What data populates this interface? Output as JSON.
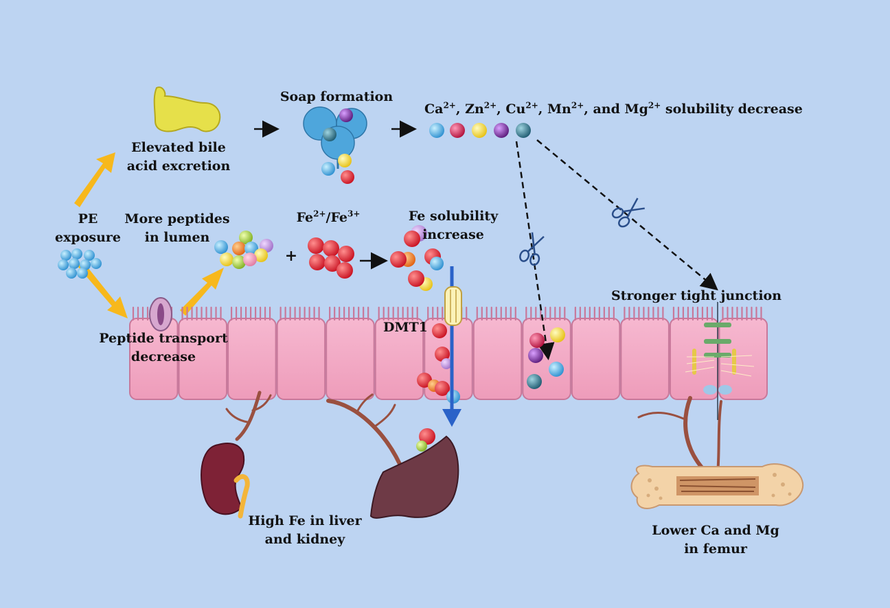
{
  "colors": {
    "background": "#bdd4f2",
    "cell": "#f1a8c2",
    "cell_border": "#c8789a",
    "arrow_yellow": "#f7b81c",
    "arrow_blue": "#2a62c8",
    "iron_red": "#e2202a",
    "bile_yellow": "#e6e04a",
    "vessel": "#9a5040",
    "liver": "#6e3a46",
    "kidney": "#7e2236",
    "bone": "#f3d3a8"
  },
  "labels": {
    "pe_exposure": {
      "line1": "PE",
      "line2": "exposure"
    },
    "bile": {
      "line1": "Elevated bile",
      "line2": "acid excretion"
    },
    "soap": "Soap formation",
    "ions": {
      "ca": "Ca",
      "zn": "Zn",
      "cu": "Cu",
      "mn": "Mn",
      "mg": "Mg",
      "charge": "2+",
      "tail": "solubility decrease",
      "and": "and"
    },
    "peptides": {
      "line1": "More peptides",
      "line2": "in lumen"
    },
    "fe_ions": {
      "fe2": "Fe",
      "fe3": "Fe",
      "c2": "2+",
      "c3": "3+"
    },
    "plus": "+",
    "fe_solubility": {
      "line1": "Fe solubility",
      "line2": "increase"
    },
    "tight_junction": "Stronger tight junction",
    "dmt1": "DMT1",
    "peptide_transport": {
      "line1": "Peptide transport",
      "line2": "decrease"
    },
    "high_fe": {
      "line1": "High Fe in liver",
      "line2": "and kidney"
    },
    "lower_ca_mg": {
      "line1": "Lower Ca and Mg",
      "line2": "in femur"
    }
  },
  "icons": [
    "bile-blob-icon",
    "soap-micelle-icon",
    "peptide-cluster-icon",
    "iron-cluster-icon",
    "scissors-icon",
    "kidney-icon",
    "liver-icon",
    "femur-icon",
    "dmt1-transporter-icon",
    "tight-junction-icon"
  ]
}
